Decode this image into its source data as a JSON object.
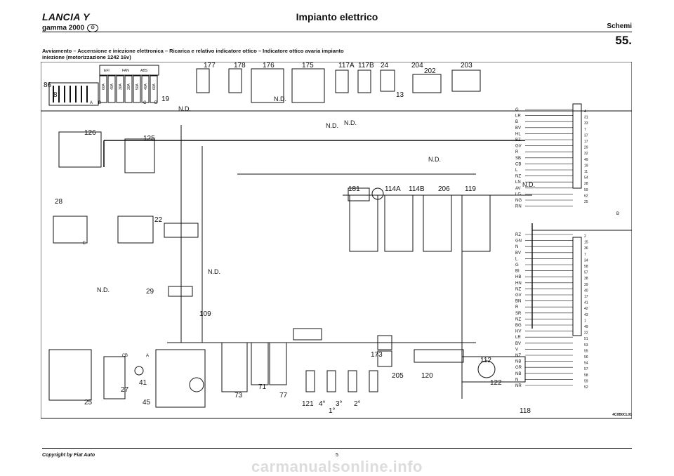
{
  "header": {
    "brand": "LANCIA Y",
    "brand_subtitle": "gamma 2000",
    "logo_glyph": "⊙",
    "title": "Impianto elettrico",
    "subtitle": "Schemi",
    "page_number": "55.",
    "caption": "Avviamento – Accensione e iniezione elettronica – Ricarica e relativo indicatore ottico – Indicatore ottico avaria impianto iniezione (motorizzazione 1242 16v)"
  },
  "diagram": {
    "component_numbers": [
      "86",
      "8",
      "19",
      "126",
      "125",
      "28",
      "22",
      "29",
      "109",
      "25",
      "27",
      "41",
      "45",
      "73",
      "71",
      "77",
      "177",
      "178",
      "176",
      "175",
      "117A",
      "117B",
      "24",
      "13",
      "204",
      "202",
      "203",
      "181",
      "114A",
      "114B",
      "206",
      "119",
      "173",
      "205",
      "120",
      "112",
      "122",
      "121",
      "4°",
      "3°",
      "2°",
      "1°",
      "118"
    ],
    "fuse_labels": [
      "60A",
      "40A",
      "30A",
      "30A",
      "50A",
      "40A",
      "60A",
      "EFI",
      "FAN",
      "ABS"
    ],
    "notes": [
      "N.D.",
      "N.D.",
      "N.D.",
      "N.D.",
      "N.D.",
      "N.D.",
      "N.D.",
      "N.D."
    ],
    "connector_letters": [
      "A",
      "B",
      "C",
      "D",
      "E",
      "B",
      "C",
      "B",
      "A"
    ],
    "wire_codes_a": [
      "G",
      "LR",
      "B",
      "BV",
      "HL",
      "BZ",
      "GV",
      "R",
      "SB",
      "CB",
      "L",
      "NZ",
      "LN",
      "AV",
      "LG",
      "NG",
      "RN"
    ],
    "pins_a": [
      "4",
      "31",
      "33",
      "7",
      "37",
      "17",
      "29",
      "32",
      "49",
      "19",
      "11",
      "54",
      "28",
      "59",
      "62",
      "25"
    ],
    "wire_codes_b": [
      "RZ",
      "GN",
      "N",
      "BV",
      "L",
      "G",
      "BI",
      "HB",
      "HN",
      "NZ",
      "GV",
      "BN",
      "R",
      "SR",
      "NZ",
      "BG",
      "HV",
      "LR",
      "BV",
      "V",
      "NZ",
      "NB",
      "GR",
      "NB",
      "N",
      "NR"
    ],
    "pins_b": [
      "2",
      "15",
      "36",
      "7",
      "34",
      "58",
      "57",
      "38",
      "39",
      "40",
      "17",
      "41",
      "42",
      "43",
      "1",
      "49",
      "22",
      "51",
      "53",
      "55",
      "56",
      "54",
      "57",
      "58",
      "59",
      "52"
    ]
  },
  "reference_code": "4C0B0CL01",
  "footer": {
    "copyright": "Copyright by Fiat Auto",
    "page": "5",
    "watermark": "carmanualsonline.info"
  }
}
